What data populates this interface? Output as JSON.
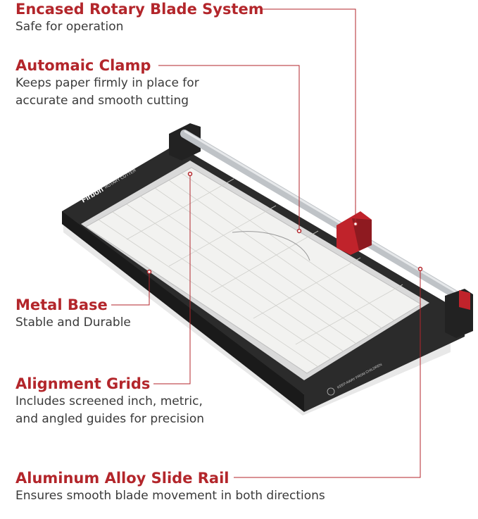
{
  "features": [
    {
      "id": "encased",
      "title": "Encased Rotary Blade System",
      "desc": [
        "Safe for operation"
      ]
    },
    {
      "id": "clamp",
      "title": "Automaic Clamp",
      "desc": [
        "Keeps paper firmly in place for",
        "accurate and smooth cutting"
      ]
    },
    {
      "id": "metal",
      "title": "Metal Base",
      "desc": [
        "Stable and Durable"
      ]
    },
    {
      "id": "grids",
      "title": "Alignment Grids",
      "desc": [
        "Includes screened inch, metric,",
        "and angled guides for precision"
      ]
    },
    {
      "id": "rail",
      "title": "Aluminum Alloy Slide Rail",
      "desc": [
        "Ensures smooth blade movement in both directions"
      ]
    }
  ],
  "product": {
    "brand": "Firbon",
    "model": "ROTARY CUTTER",
    "warning": "KEEP AWAY FROM CHILDREN"
  },
  "colors": {
    "accent": "#b3262b",
    "text": "#3a3a3a",
    "blade_housing": "#c0232b",
    "base": "#2a2a2a"
  }
}
